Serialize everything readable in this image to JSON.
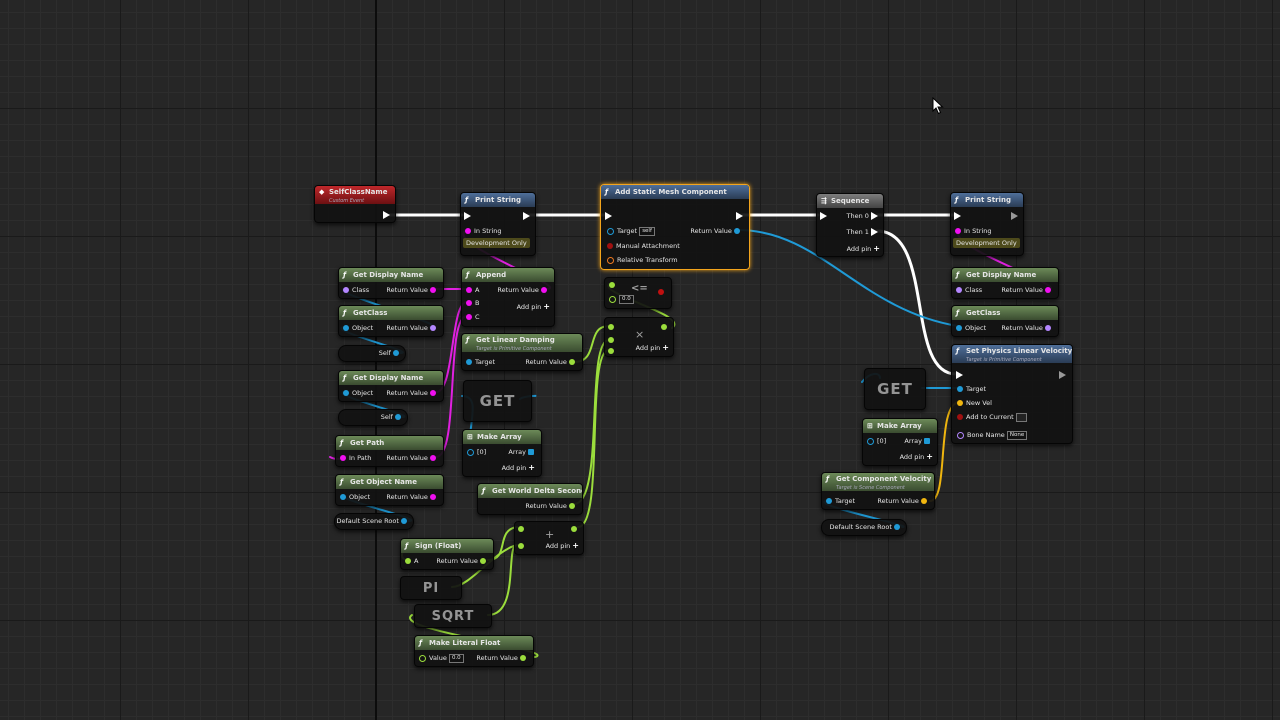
{
  "nodes": {
    "self_class_name": {
      "title": "SelfClassName",
      "subtitle": "Custom Event"
    },
    "print_string_1": {
      "title": "Print String",
      "in_string": "In String",
      "dev_only": "Development Only"
    },
    "add_static_mesh": {
      "title": "Add Static Mesh Component",
      "target": "Target",
      "target_val": "self",
      "return_value": "Return Value",
      "manual_attachment": "Manual Attachment",
      "relative_transform": "Relative Transform"
    },
    "sequence": {
      "title": "Sequence",
      "then0": "Then 0",
      "then1": "Then 1",
      "add_pin": "Add pin"
    },
    "print_string_2": {
      "title": "Print String",
      "in_string": "In String",
      "dev_only": "Development Only"
    },
    "get_display_name_1": {
      "title": "Get Display Name",
      "input": "Class",
      "return_value": "Return Value"
    },
    "get_class_1": {
      "title": "GetClass",
      "input": "Object",
      "return_value": "Return Value"
    },
    "self_1": {
      "label": "Self"
    },
    "get_display_name_2": {
      "title": "Get Display Name",
      "input": "Object",
      "return_value": "Return Value"
    },
    "self_2": {
      "label": "Self"
    },
    "get_path": {
      "title": "Get Path",
      "input": "In Path",
      "return_value": "Return Value"
    },
    "get_object_name": {
      "title": "Get Object Name",
      "input": "Object",
      "return_value": "Return Value"
    },
    "default_scene_root_1": {
      "label": "Default Scene Root"
    },
    "append": {
      "title": "Append",
      "a": "A",
      "b": "B",
      "c": "C",
      "return_value": "Return Value",
      "add_pin": "Add pin"
    },
    "get_linear_damping": {
      "title": "Get Linear Damping",
      "subtitle": "Target is Primitive Component",
      "target": "Target",
      "return_value": "Return Value"
    },
    "get_1": {
      "label": "GET"
    },
    "make_array_1": {
      "title": "Make Array",
      "index": "[0]",
      "array": "Array",
      "add_pin": "Add pin"
    },
    "get_world_delta": {
      "title": "Get World Delta Seconds",
      "return_value": "Return Value"
    },
    "less_equal": {
      "symbol": "<=",
      "val": "0.0"
    },
    "multiply": {
      "symbol": "×",
      "add_pin": "Add pin"
    },
    "add": {
      "symbol": "+",
      "add_pin": "Add pin"
    },
    "sign": {
      "title": "Sign (Float)",
      "a": "A",
      "return_value": "Return Value"
    },
    "pi": {
      "label": "PI"
    },
    "sqrt": {
      "label": "SQRT"
    },
    "make_literal_float": {
      "title": "Make Literal Float",
      "value": "Value",
      "value_val": "0.0",
      "return_value": "Return Value"
    },
    "get_display_name_3": {
      "title": "Get Display Name",
      "input": "Class",
      "return_value": "Return Value"
    },
    "get_class_2": {
      "title": "GetClass",
      "input": "Object",
      "return_value": "Return Value"
    },
    "set_physics": {
      "title": "Set Physics Linear Velocity",
      "subtitle": "Target is Primitive Component",
      "target": "Target",
      "new_vel": "New Vel",
      "add_to_current": "Add to Current",
      "bone_name": "Bone Name",
      "bone_val": "None"
    },
    "get_2": {
      "label": "GET"
    },
    "make_array_2": {
      "title": "Make Array",
      "index": "[0]",
      "array": "Array",
      "add_pin": "Add pin"
    },
    "get_component_velocity": {
      "title": "Get Component Velocity",
      "subtitle": "Target is Scene Component",
      "target": "Target",
      "return_value": "Return Value"
    },
    "default_scene_root_2": {
      "label": "Default Scene Root"
    }
  },
  "colors": {
    "exec": "#ffffff",
    "string": "#f00ff0",
    "object": "#1f9ad6",
    "vector": "#f0b60f",
    "float": "#9bdd3c",
    "event": "#c0282b",
    "selection": "#f4a51c"
  }
}
